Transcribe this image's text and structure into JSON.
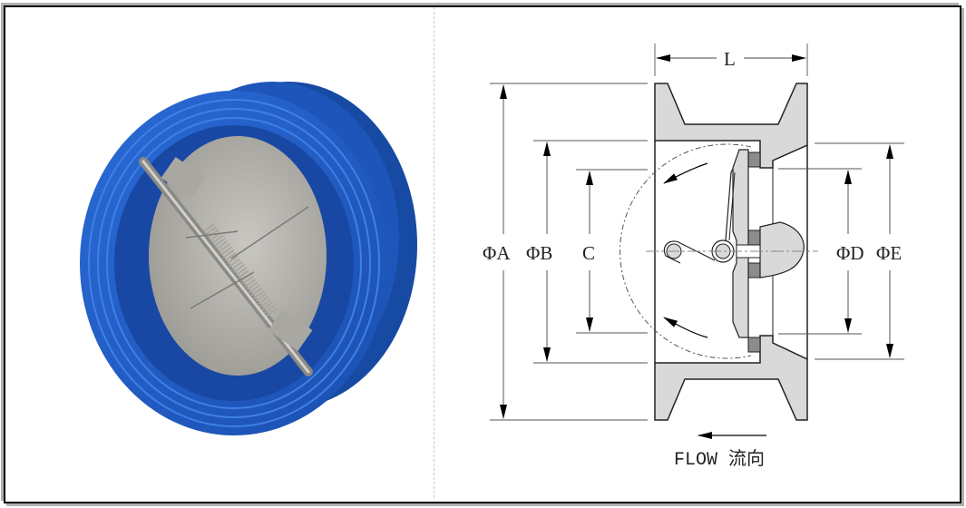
{
  "figure": {
    "product_photo": {
      "subject": "Dual plate wafer check valve",
      "body_color": "#1e5fc4",
      "body_dark": "#0f3f99",
      "disc_color": "#b9b7b1"
    },
    "drawing": {
      "dimension_labels": {
        "L": "L",
        "A": "ΦA",
        "B": "ΦB",
        "C": "C",
        "D": "ΦD",
        "E": "ΦE"
      },
      "flow_label": "FLOW 流向",
      "flow_direction": "left",
      "section_fill": "#d9d9d9",
      "seal_fill": "#8c8c8c",
      "line_color": "#222222"
    }
  }
}
